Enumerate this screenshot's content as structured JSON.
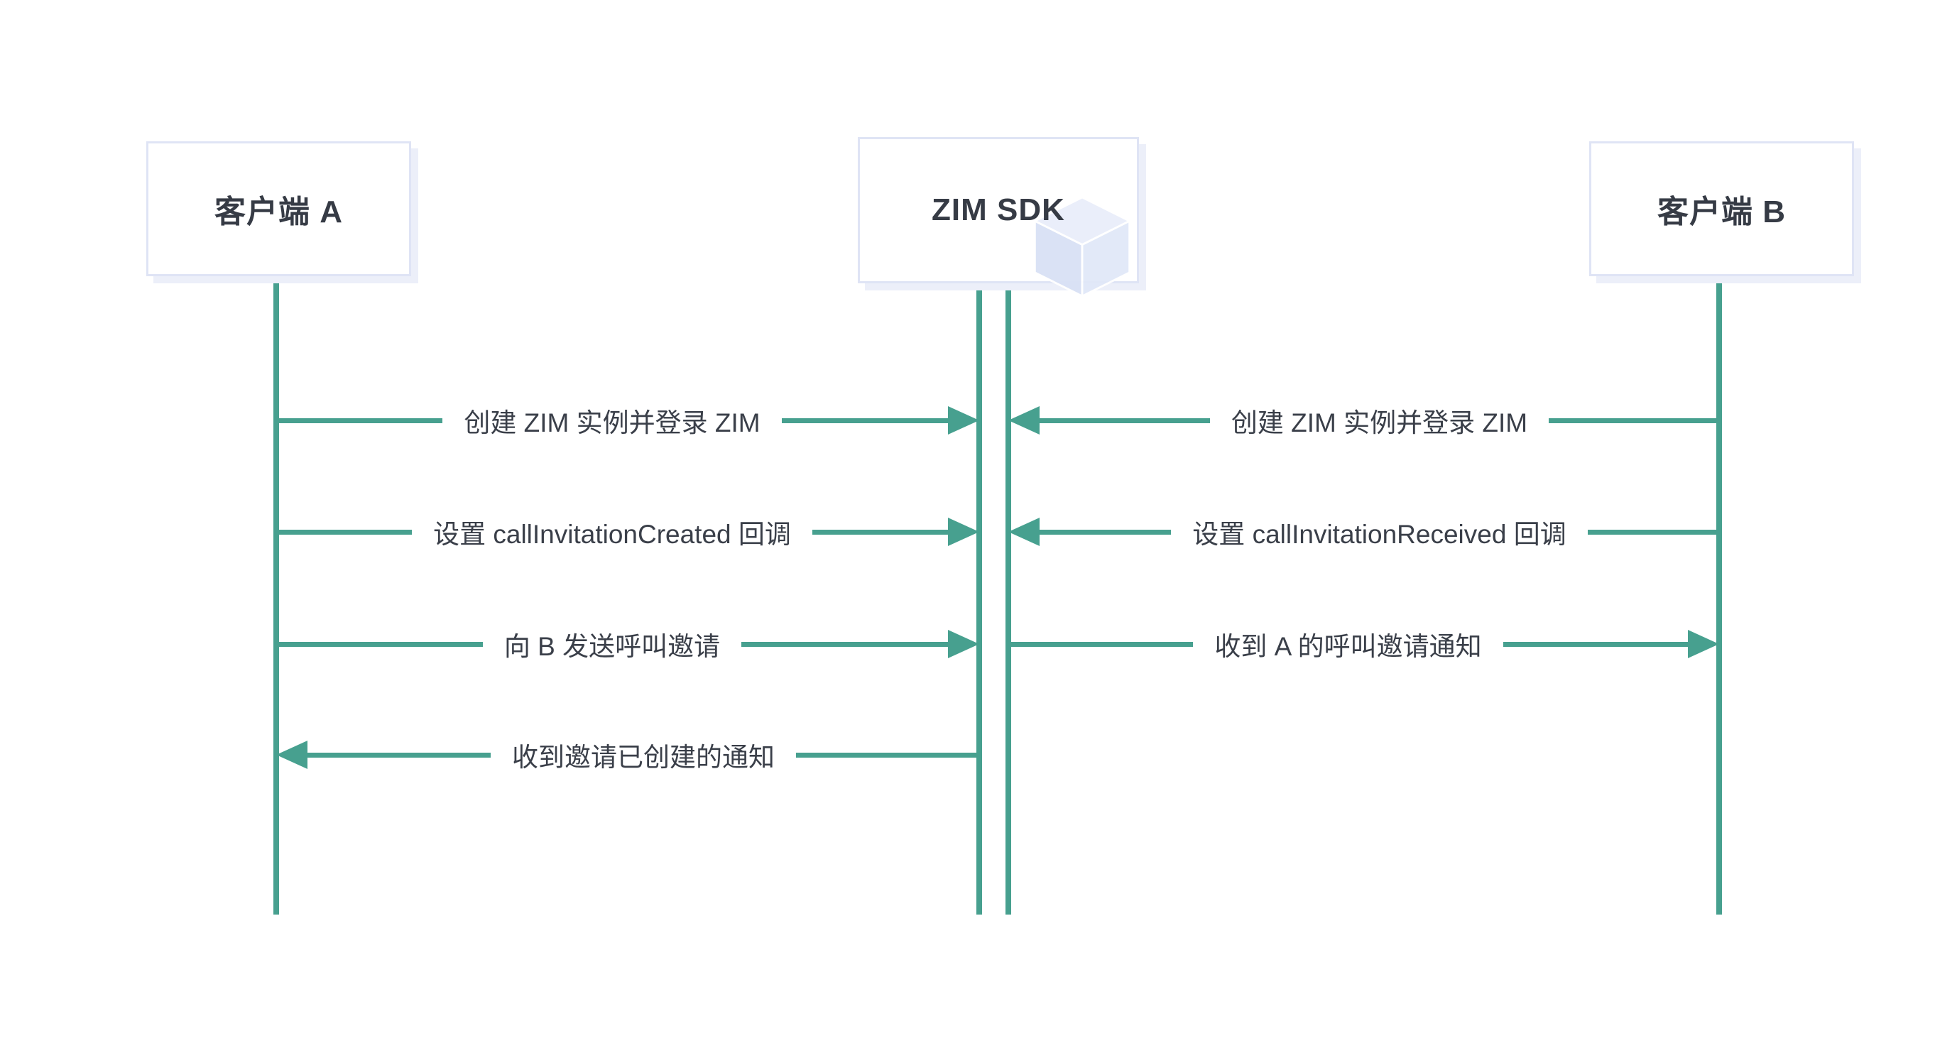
{
  "diagram": {
    "title": "ZIM call invitation sequence",
    "actors": [
      {
        "id": "client-a",
        "label": "客户端 A"
      },
      {
        "id": "zim-sdk",
        "label": "ZIM SDK"
      },
      {
        "id": "client-b",
        "label": "客户端 B"
      }
    ],
    "messages": [
      {
        "label": "创建 ZIM 实例并登录 ZIM",
        "from": "客户端 A",
        "to": "ZIM SDK",
        "direction": "right"
      },
      {
        "label": "创建 ZIM 实例并登录 ZIM",
        "from": "客户端 B",
        "to": "ZIM SDK",
        "direction": "left"
      },
      {
        "label": "设置 callInvitationCreated 回调",
        "from": "客户端 A",
        "to": "ZIM SDK",
        "direction": "right"
      },
      {
        "label": "设置 callInvitationReceived 回调",
        "from": "客户端 B",
        "to": "ZIM SDK",
        "direction": "left"
      },
      {
        "label": "向 B 发送呼叫邀请",
        "from": "客户端 A",
        "to": "ZIM SDK",
        "direction": "right"
      },
      {
        "label": "收到 A 的呼叫邀请通知",
        "from": "ZIM SDK",
        "to": "客户端 B",
        "direction": "right"
      },
      {
        "label": "收到邀请已创建的通知",
        "from": "ZIM SDK",
        "to": "客户端 A",
        "direction": "left"
      }
    ],
    "colors": {
      "accent": "#47A08F",
      "box_border": "#DFE4F5",
      "box_shadow": "#ECEFF9",
      "text": "#3A3F49",
      "cube_light": "#E9EEFA",
      "cube_dark": "#D9E1F5"
    }
  }
}
